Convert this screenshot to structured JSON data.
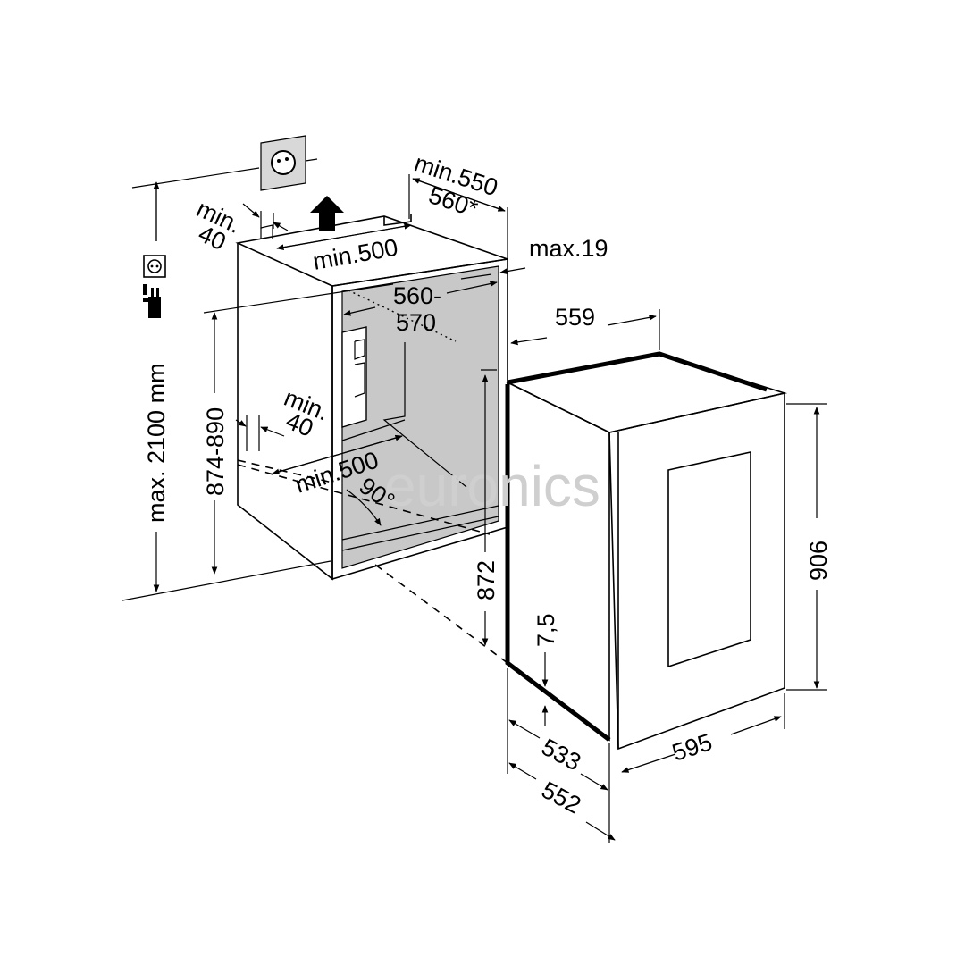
{
  "labels": {
    "min_550": "min.550",
    "val_560_star": "560*",
    "min_40_top_a": "min.",
    "min_40_top_b": "40",
    "min_500_top": "min.500",
    "max_19": "max.19",
    "val_560_570_a": "560-",
    "val_560_570_b": "570",
    "val_559": "559",
    "max_2100": "max. 2100 mm",
    "range_874_890": "874-890",
    "min_40_mid_a": "min.",
    "min_40_mid_b": "40",
    "min_500_mid": "min.500",
    "angle_90": "90°",
    "val_872": "872",
    "val_7_5": "7,5",
    "val_906": "906",
    "val_533": "533",
    "val_552": "552",
    "val_595": "595"
  },
  "watermark": "euronics",
  "colors": {
    "niche_fill": "#c8c8c8",
    "line": "#000000",
    "watermark": "#cfcfcf",
    "background": "#ffffff"
  },
  "icons": [
    "wall-socket-icon",
    "socket-icon",
    "plug-icon",
    "arrow-up-icon"
  ]
}
